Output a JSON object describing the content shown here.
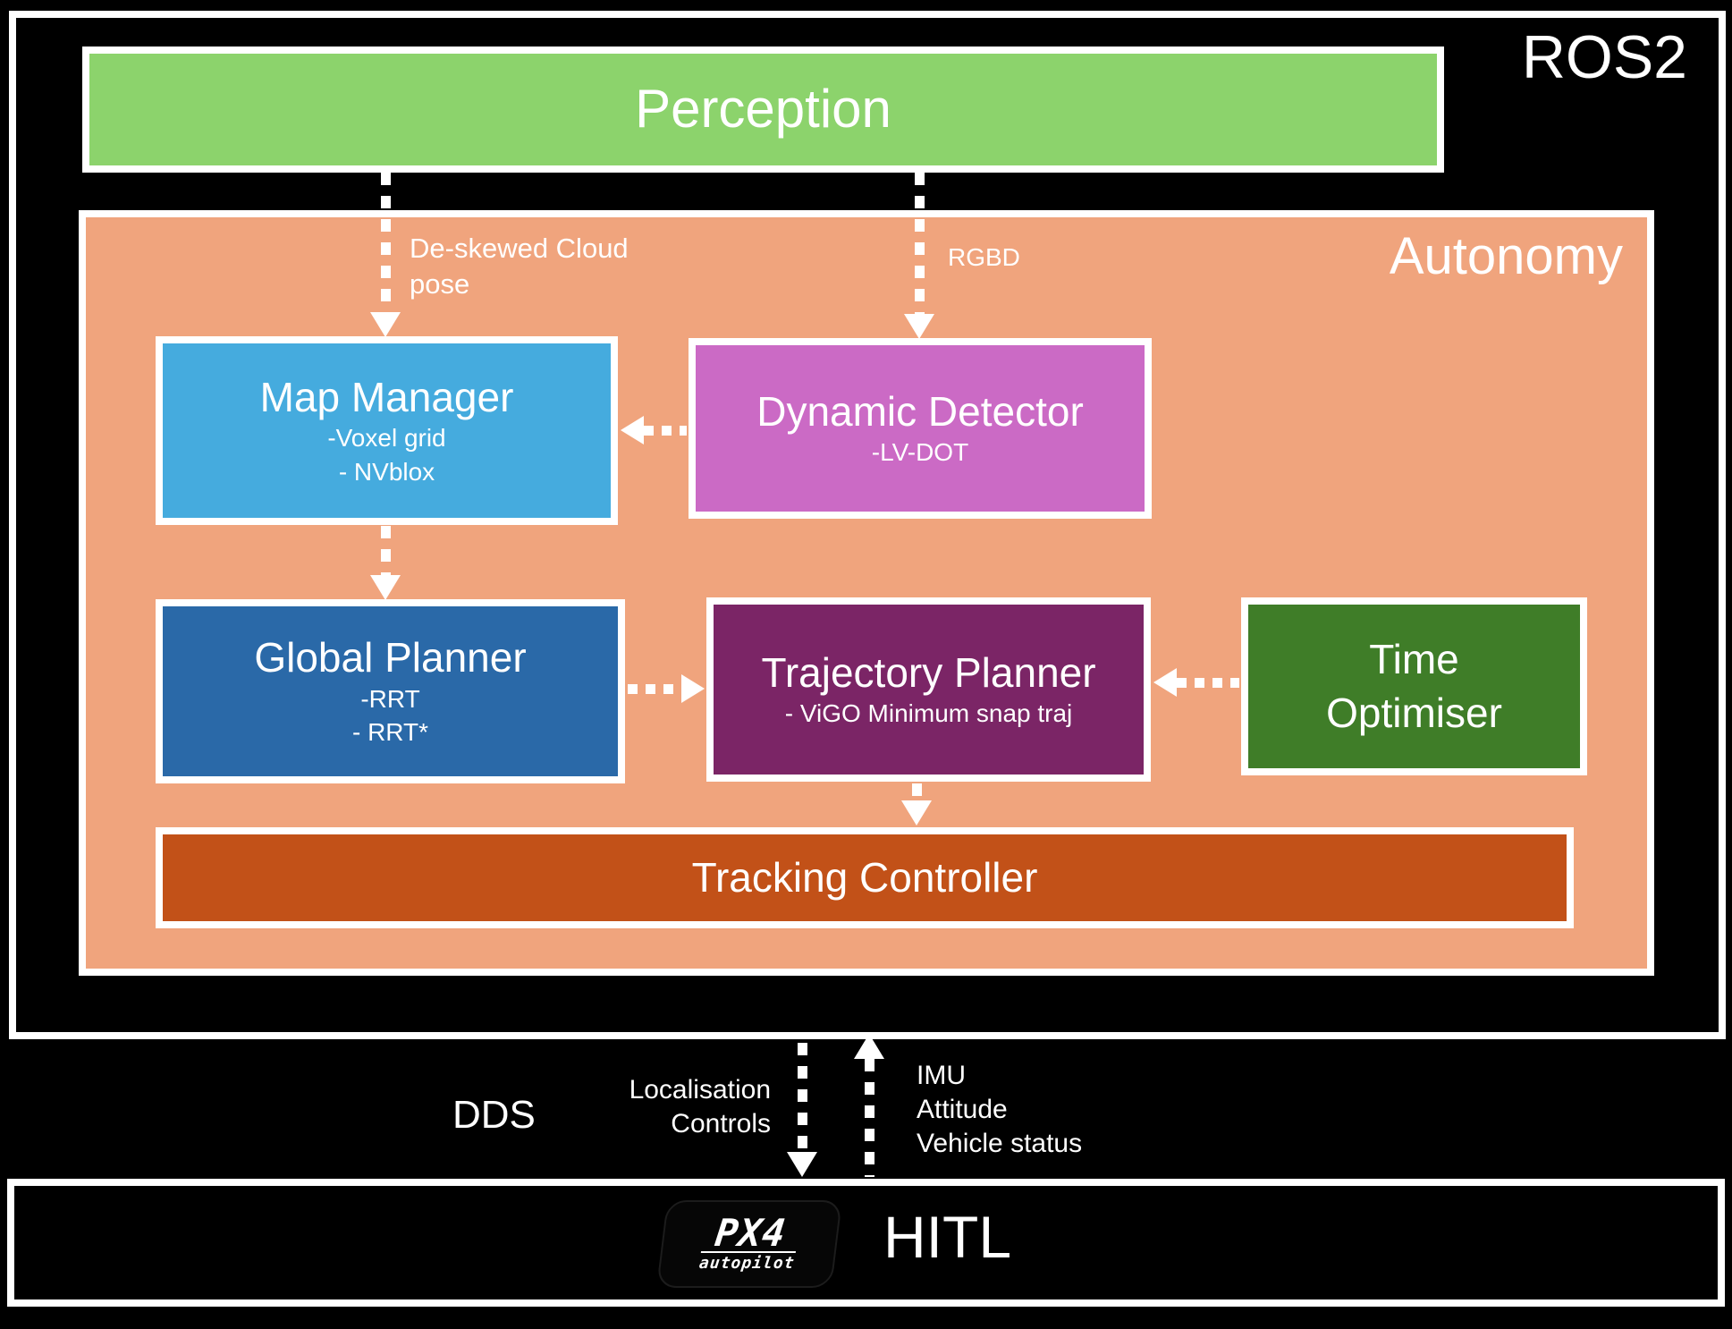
{
  "ros2": {
    "label": "ROS2"
  },
  "autonomy": {
    "label": "Autonomy",
    "color": "#F0A47D"
  },
  "boxes": {
    "perception": {
      "title": "Perception",
      "color": "#8CD36C"
    },
    "map_manager": {
      "title": "Map Manager",
      "lines": [
        "-Voxel grid",
        "- NVblox"
      ],
      "color": "#45ABDE"
    },
    "dynamic_detector": {
      "title": "Dynamic Detector",
      "lines": [
        "-LV-DOT"
      ],
      "color": "#CB6AC5"
    },
    "global_planner": {
      "title": "Global Planner",
      "lines": [
        "-RRT",
        "- RRT*"
      ],
      "color": "#2A69A8"
    },
    "trajectory_planner": {
      "title": "Trajectory Planner",
      "lines": [
        "- ViGO Minimum snap traj"
      ],
      "color": "#7B2566"
    },
    "time_optimiser": {
      "title_lines": [
        "Time",
        "Optimiser"
      ],
      "color": "#3F7D28"
    },
    "tracking_controller": {
      "title": "Tracking Controller",
      "color": "#C25118"
    }
  },
  "edge_labels": {
    "deskewed_cloud": {
      "lines": [
        "De-skewed Cloud",
        "pose"
      ]
    },
    "rgbd": {
      "label": "RGBD"
    },
    "dds": {
      "label": "DDS"
    },
    "localisation": {
      "lines": [
        "Localisation",
        "Controls"
      ]
    },
    "vehicle_feedback": {
      "lines": [
        "IMU",
        "Attitude",
        "Vehicle status"
      ]
    }
  },
  "hitl": {
    "label": "HITL",
    "logo_primary": "PX4",
    "logo_secondary": "autopilot"
  }
}
